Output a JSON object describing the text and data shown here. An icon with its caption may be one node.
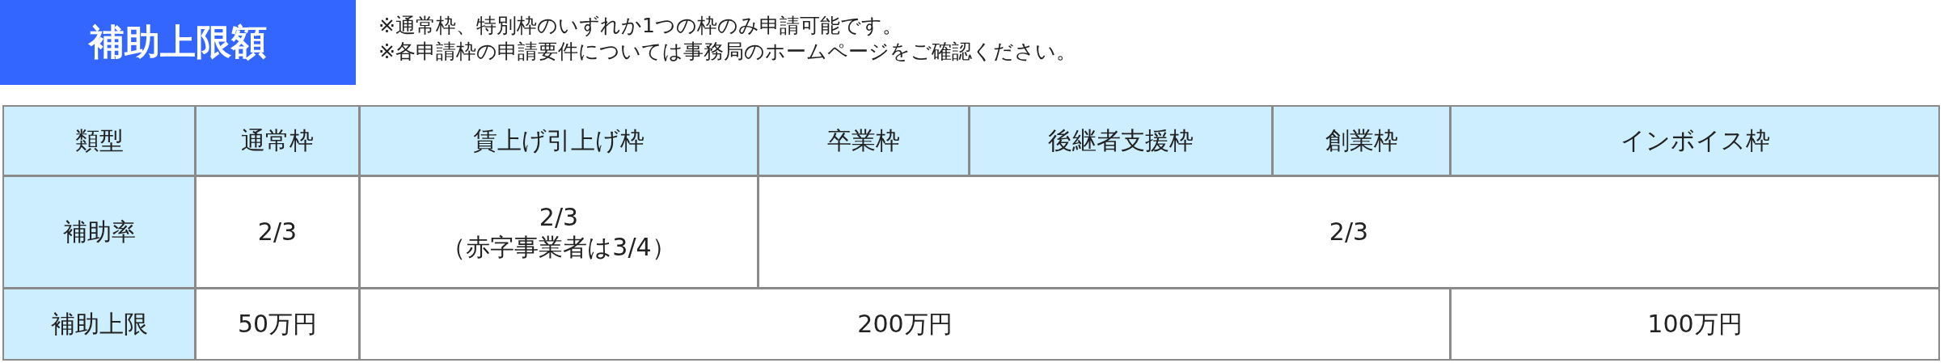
{
  "diagram": {
    "title": "補助上限額",
    "labels": [
      "※通常枠、特別枠のいずれか1つの枠のみ申請可能です。",
      "※各申請枠の申請要件については事務局のホームページをご確認ください。",
      "類型",
      "通常枠",
      "賃上げ引上げ枠",
      "卒業枠",
      "後継者支援枠",
      "創業枠",
      "インボイス枠",
      "補助率",
      "2/3",
      "2/3 （赤字事業者は3/4）",
      "2/3",
      "補助上限",
      "50万円",
      "200万円",
      "100万円"
    ]
  }
}
